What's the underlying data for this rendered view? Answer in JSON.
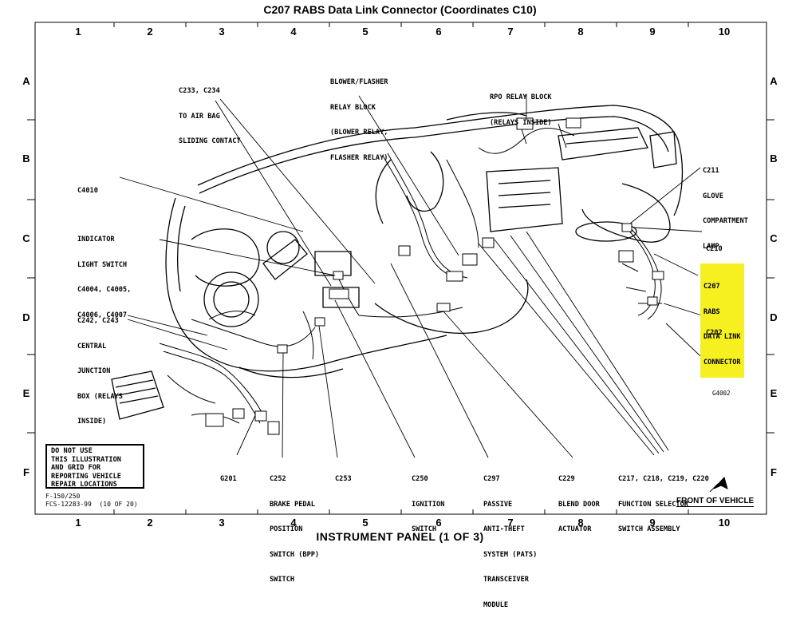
{
  "title": "C207 RABS Data Link Connector (Coordinates  C10)",
  "footer_title": "INSTRUMENT PANEL (1 OF 3)",
  "grid": {
    "columns": [
      "1",
      "2",
      "3",
      "4",
      "5",
      "6",
      "7",
      "8",
      "9",
      "10"
    ],
    "rows": [
      "A",
      "B",
      "C",
      "D",
      "E",
      "F"
    ]
  },
  "labels": {
    "c233": [
      "C233, C234",
      "TO AIR BAG",
      "SLIDING CONTACT"
    ],
    "blower": [
      "BLOWER/FLASHER",
      "RELAY BLOCK",
      "(BLOWER RELAY,",
      "FLASHER RELAY)"
    ],
    "rpo": [
      "RPO RELAY BLOCK",
      "(RELAYS INSIDE)"
    ],
    "c4010": [
      "C4010"
    ],
    "c211": [
      "C211",
      "GLOVE",
      "COMPARTMENT",
      "LAMP"
    ],
    "indicator": [
      "INDICATOR",
      "LIGHT SWITCH",
      "C4004, C4005,",
      "C4006, C4007"
    ],
    "c210": [
      "C210"
    ],
    "c207": [
      "C207",
      "RABS",
      "DATA LINK",
      "CONNECTOR"
    ],
    "c242": [
      "C242, C243",
      "CENTRAL",
      "JUNCTION",
      "BOX (RELAYS",
      "INSIDE)"
    ],
    "c202": [
      "C202"
    ],
    "g4002": [
      "G4002"
    ],
    "g201": [
      "G201"
    ],
    "c252": [
      "C252",
      "BRAKE PEDAL",
      "POSITION",
      "SWITCH (BPP)",
      "SWITCH"
    ],
    "c253": [
      "C253"
    ],
    "c250": [
      "C250",
      "IGNITION",
      "SWITCH"
    ],
    "c297": [
      "C297",
      "PASSIVE",
      "ANTI-THEFT",
      "SYSTEM (PATS)",
      "TRANSCEIVER",
      "MODULE"
    ],
    "c229": [
      "C229",
      "BLEND DOOR",
      "ACTUATOR"
    ],
    "c217": [
      "C217, C218, C219, C220",
      "FUNCTION SELECTOR",
      "SWITCH ASSEMBLY"
    ]
  },
  "note": [
    "DO NOT USE",
    "THIS ILLUSTRATION",
    "AND GRID FOR",
    "REPORTING VEHICLE",
    "REPAIR LOCATIONS"
  ],
  "reference": [
    "F-150/250",
    "FCS-12283-99  (10 OF 20)"
  ],
  "front_of_vehicle": "FRONT OF VEHICLE",
  "highlight_color": "#f7f021"
}
